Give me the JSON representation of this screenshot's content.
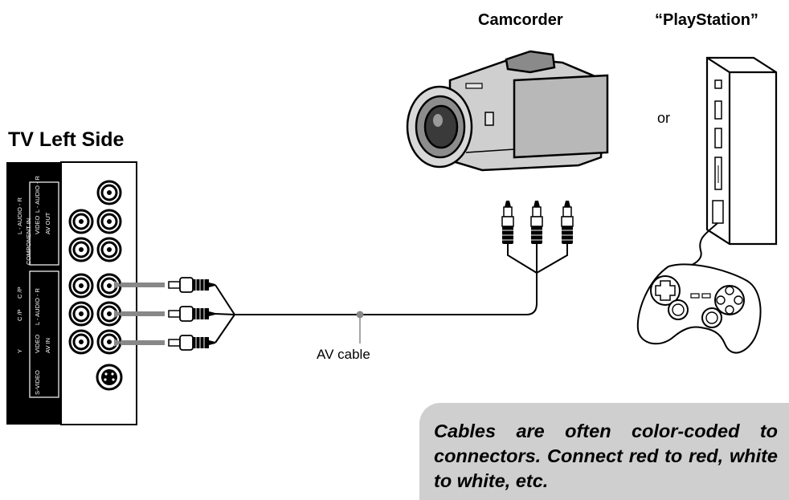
{
  "labels": {
    "tv_left_side": "TV Left Side",
    "camcorder": "Camcorder",
    "playstation": "“PlayStation”",
    "or": "or",
    "av_cable": "AV cable"
  },
  "panel": {
    "label_audio_r_top": "L - AUDIO - R",
    "label_video": "VIDEO",
    "label_av_out": "AV OUT",
    "label_audio_r_comp": "L - AUDIO - R",
    "label_cb_pb": "C /P",
    "label_cr_pr": "C /P",
    "label_component_in": "COMPONENT IN",
    "label_y": "Y",
    "label_video_in": "VIDEO",
    "label_audio_r_in": "L - AUDIO - R",
    "label_av_in": "AV IN",
    "label_s_video": "S-VIDEO"
  },
  "note": {
    "text": "Cables are often color-coded to connectors. Connect red to red, white to white, etc."
  }
}
